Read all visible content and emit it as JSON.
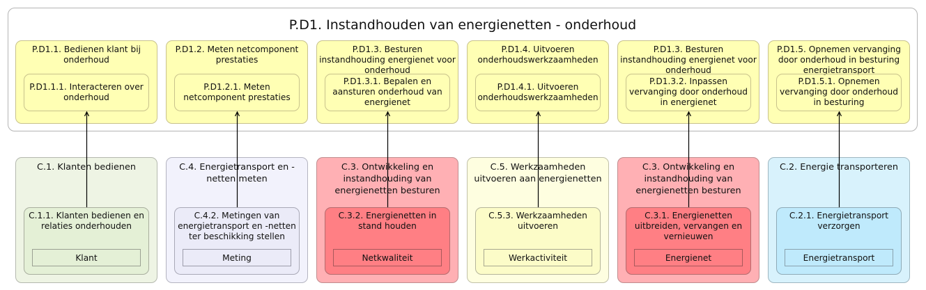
{
  "diagram": {
    "title": "P.D1. Instandhouden van energienetten - onderhoud",
    "processes": [
      {
        "title": "P.D1.1. Bedienen klant bij onderhoud",
        "sub": "P.D1.1.1. Interacteren over onderhoud"
      },
      {
        "title": "P.D1.2. Meten netcomponent prestaties",
        "sub": "P.D1.2.1. Meten netcomponent prestaties"
      },
      {
        "title": "P.D1.3. Besturen instandhouding energienet voor onderhoud",
        "sub": "P.D1.3.1. Bepalen en aansturen onderhoud van energienet"
      },
      {
        "title": "P.D1.4. Uitvoeren onderhoudswerkzaamheden",
        "sub": "P.D1.4.1. Uitvoeren onderhoudswerkzaamheden"
      },
      {
        "title": "P.D1.3. Besturen instandhouding energienet voor onderhoud",
        "sub": "P.D1.3.2. Inpassen vervanging door onderhoud in energienet"
      },
      {
        "title": "P.D1.5. Opnemen vervanging door onderhoud in besturing energietransport",
        "sub": "P.D1.5.1. Opnemen vervanging door onderhoud in besturing"
      }
    ],
    "capabilities": [
      {
        "title": "C.1. Klanten bedienen",
        "sub": "C.1.1. Klanten bedienen en relaties onderhouden",
        "entity": "Klant",
        "colors": {
          "outer_bg": "#eef4e4",
          "outer_border": "#b4b8ae",
          "inner_bg": "#e4f0d6",
          "inner_border": "#a8ae9e",
          "entity_border": "#9aa092"
        }
      },
      {
        "title": "C.4. Energietransport en -netten meten",
        "sub": "C.4.2. Metingen van energietransport en -netten ter beschikking stellen",
        "entity": "Meting",
        "colors": {
          "outer_bg": "#f2f2fc",
          "outer_border": "#b4b4c0",
          "inner_bg": "#ebebf8",
          "inner_border": "#a8a8b6",
          "entity_border": "#9c9cab"
        }
      },
      {
        "title": "C.3. Ontwikkeling en instandhouding van energienetten besturen",
        "sub": "C.3.2. Energienetten in stand houden",
        "entity": "Netkwaliteit",
        "colors": {
          "outer_bg": "#ffb0b4",
          "outer_border": "#c08c8e",
          "inner_bg": "#ff7f84",
          "inner_border": "#b46a6d",
          "entity_border": "#a8585b"
        }
      },
      {
        "title": "C.5. Werkzaamheden uitvoeren aan energienetten",
        "sub": "C.5.3. Werkzaamheden uitvoeren",
        "entity": "Werkactiviteit",
        "colors": {
          "outer_bg": "#fefee0",
          "outer_border": "#c0c0a8",
          "inner_bg": "#fcfcc8",
          "inner_border": "#b4b49a",
          "entity_border": "#a8a890"
        }
      },
      {
        "title": "C.3. Ontwikkeling en instandhouding van energienetten besturen",
        "sub": "C.3.1. Energienetten uitbreiden, vervangen en vernieuwen",
        "entity": "Energienet",
        "colors": {
          "outer_bg": "#ffb0b4",
          "outer_border": "#c08c8e",
          "inner_bg": "#ff7f84",
          "inner_border": "#b46a6d",
          "entity_border": "#a8585b"
        }
      },
      {
        "title": "C.2. Energie transporteren",
        "sub": "C.2.1. Energietransport verzorgen",
        "entity": "Energietransport",
        "colors": {
          "outer_bg": "#d8f2fc",
          "outer_border": "#9eb6c0",
          "inner_bg": "#bfeafc",
          "inner_border": "#8eaab6",
          "entity_border": "#8aa2ae"
        }
      }
    ]
  }
}
